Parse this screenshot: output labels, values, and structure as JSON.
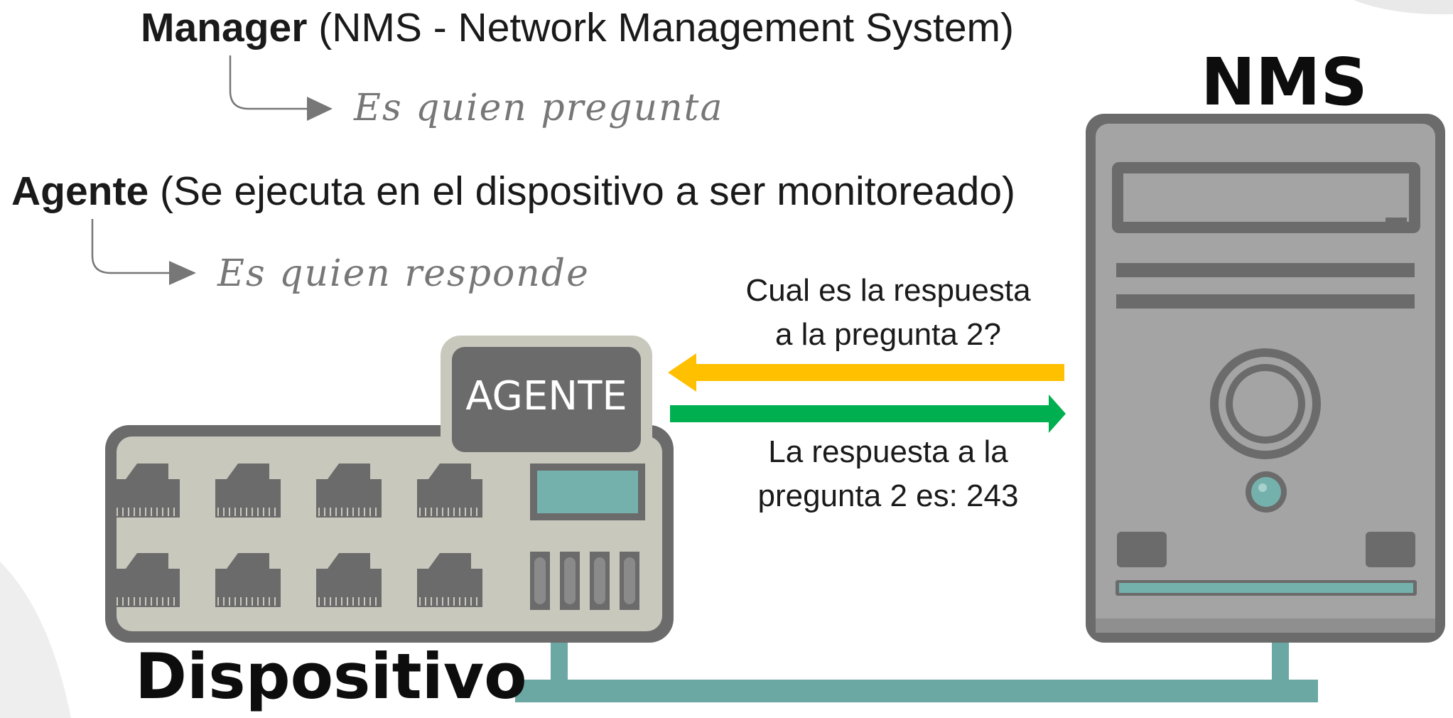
{
  "manager_line": {
    "bold": "Manager",
    "rest": " (NMS - Network Management System)"
  },
  "manager_note": "Es quien pregunta",
  "agente_line": {
    "bold": "Agente",
    "rest": " (Se ejecuta en el dispositivo a ser monitoreado)"
  },
  "agente_note": "Es quien responde",
  "nms_label": "NMS",
  "agent_box_label": "AGENTE",
  "device_label": "Dispositivo",
  "request_message": {
    "line1": "Cual es la respuesta",
    "line2": "a la pregunta 2?"
  },
  "response_message": {
    "line1": "La respuesta a la",
    "line2": "pregunta 2 es: 243"
  },
  "colors": {
    "request_arrow": "#FFC000",
    "response_arrow": "#00B050",
    "teal": "#6BA8A3",
    "device_dark": "#6B6B6B",
    "device_light": "#C9C8BD"
  }
}
